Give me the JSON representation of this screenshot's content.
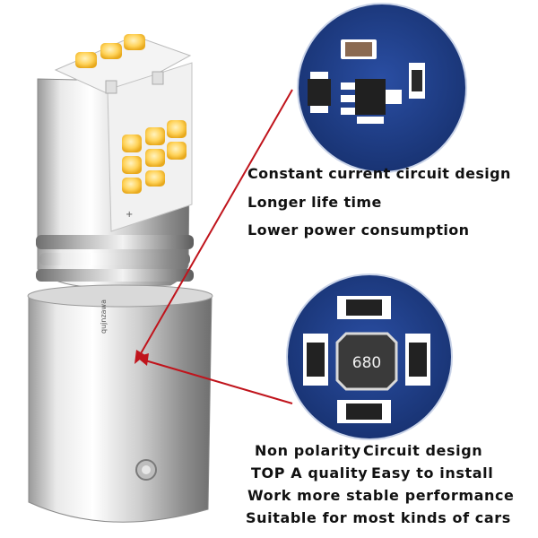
{
  "image": {
    "subject": "LED bulb product infographic",
    "colors": {
      "circle_bg": "#1f3d8a",
      "arrow": "#c0141c",
      "led": "#ffcf4a",
      "chrome": "#c9c9c9"
    }
  },
  "pcb_top": {
    "heading": "Constant current circuit design",
    "line2": "Longer life time",
    "line3": "Lower power consumption"
  },
  "pcb_bottom": {
    "component_marking": "680"
  },
  "features": {
    "line1_a": "Non polarity",
    "line1_b": "Circuit design",
    "line2_a": "TOP A quality",
    "line2_b": "Easy to install",
    "line3": "Work more stable performance",
    "line4": "Suitable for most kinds of cars"
  },
  "bulb": {
    "brand_text": "qujnzawa",
    "polarity_mark": "+"
  }
}
